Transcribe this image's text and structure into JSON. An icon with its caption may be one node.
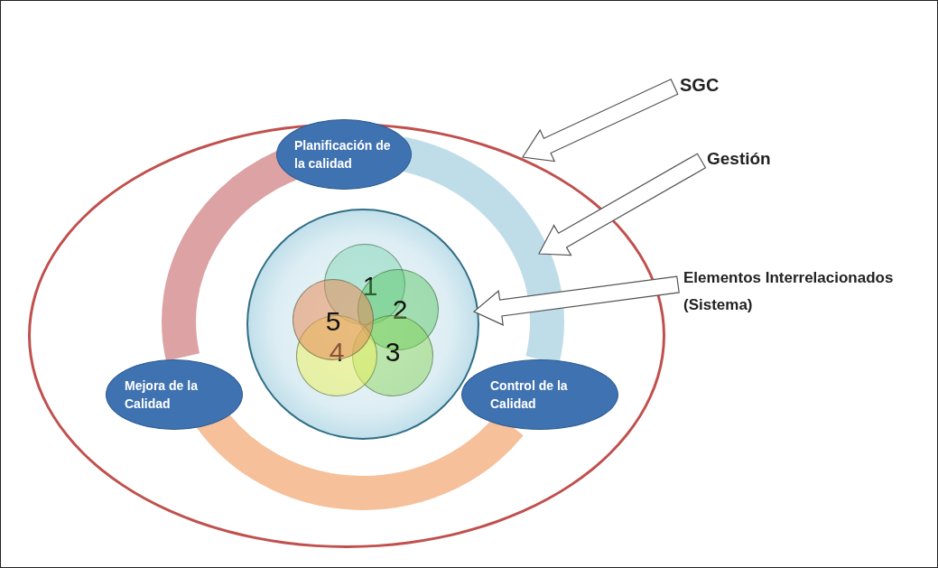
{
  "diagram": {
    "nodes": [
      {
        "text": [],
        "shape": "circle"
      },
      {
        "text": [
          "Planificación de la calidad"
        ],
        "in": 0
      },
      {
        "text": [
          "Mejora de la Calidad"
        ],
        "in": 0
      },
      {
        "text": [
          "Control de la Calidad"
        ],
        "in": 0
      },
      {
        "text": [],
        "shape": "circle",
        "in": 0
      },
      {
        "text": [
          "1"
        ],
        "in": 4
      },
      {
        "text": [
          "2"
        ],
        "in": 4
      },
      {
        "text": [
          "3"
        ],
        "in": 4
      },
      {
        "text": [
          "4"
        ],
        "in": 4
      },
      {
        "text": [
          "5"
        ],
        "in": 4
      },
      {
        "text": [
          "SGC"
        ]
      },
      {
        "text": [
          "Gestión"
        ]
      },
      {
        "text": [
          "Elementos Interrelacionados (Sistema)"
        ]
      }
    ],
    "edges": [
      {
        "from": 10,
        "to": 0,
        "arrow": "to"
      },
      {
        "from": 11,
        "to": null,
        "arrow": "to"
      },
      {
        "from": 12,
        "to": 4,
        "arrow": "to"
      },
      {
        "from": 1,
        "to": 2,
        "arrow": "none",
        "color": "#dca2a4"
      },
      {
        "from": 2,
        "to": 3,
        "arrow": "none",
        "color": "#f5c09a"
      },
      {
        "from": 3,
        "to": 1,
        "arrow": "none",
        "color": "#bfdde8"
      }
    ]
  }
}
